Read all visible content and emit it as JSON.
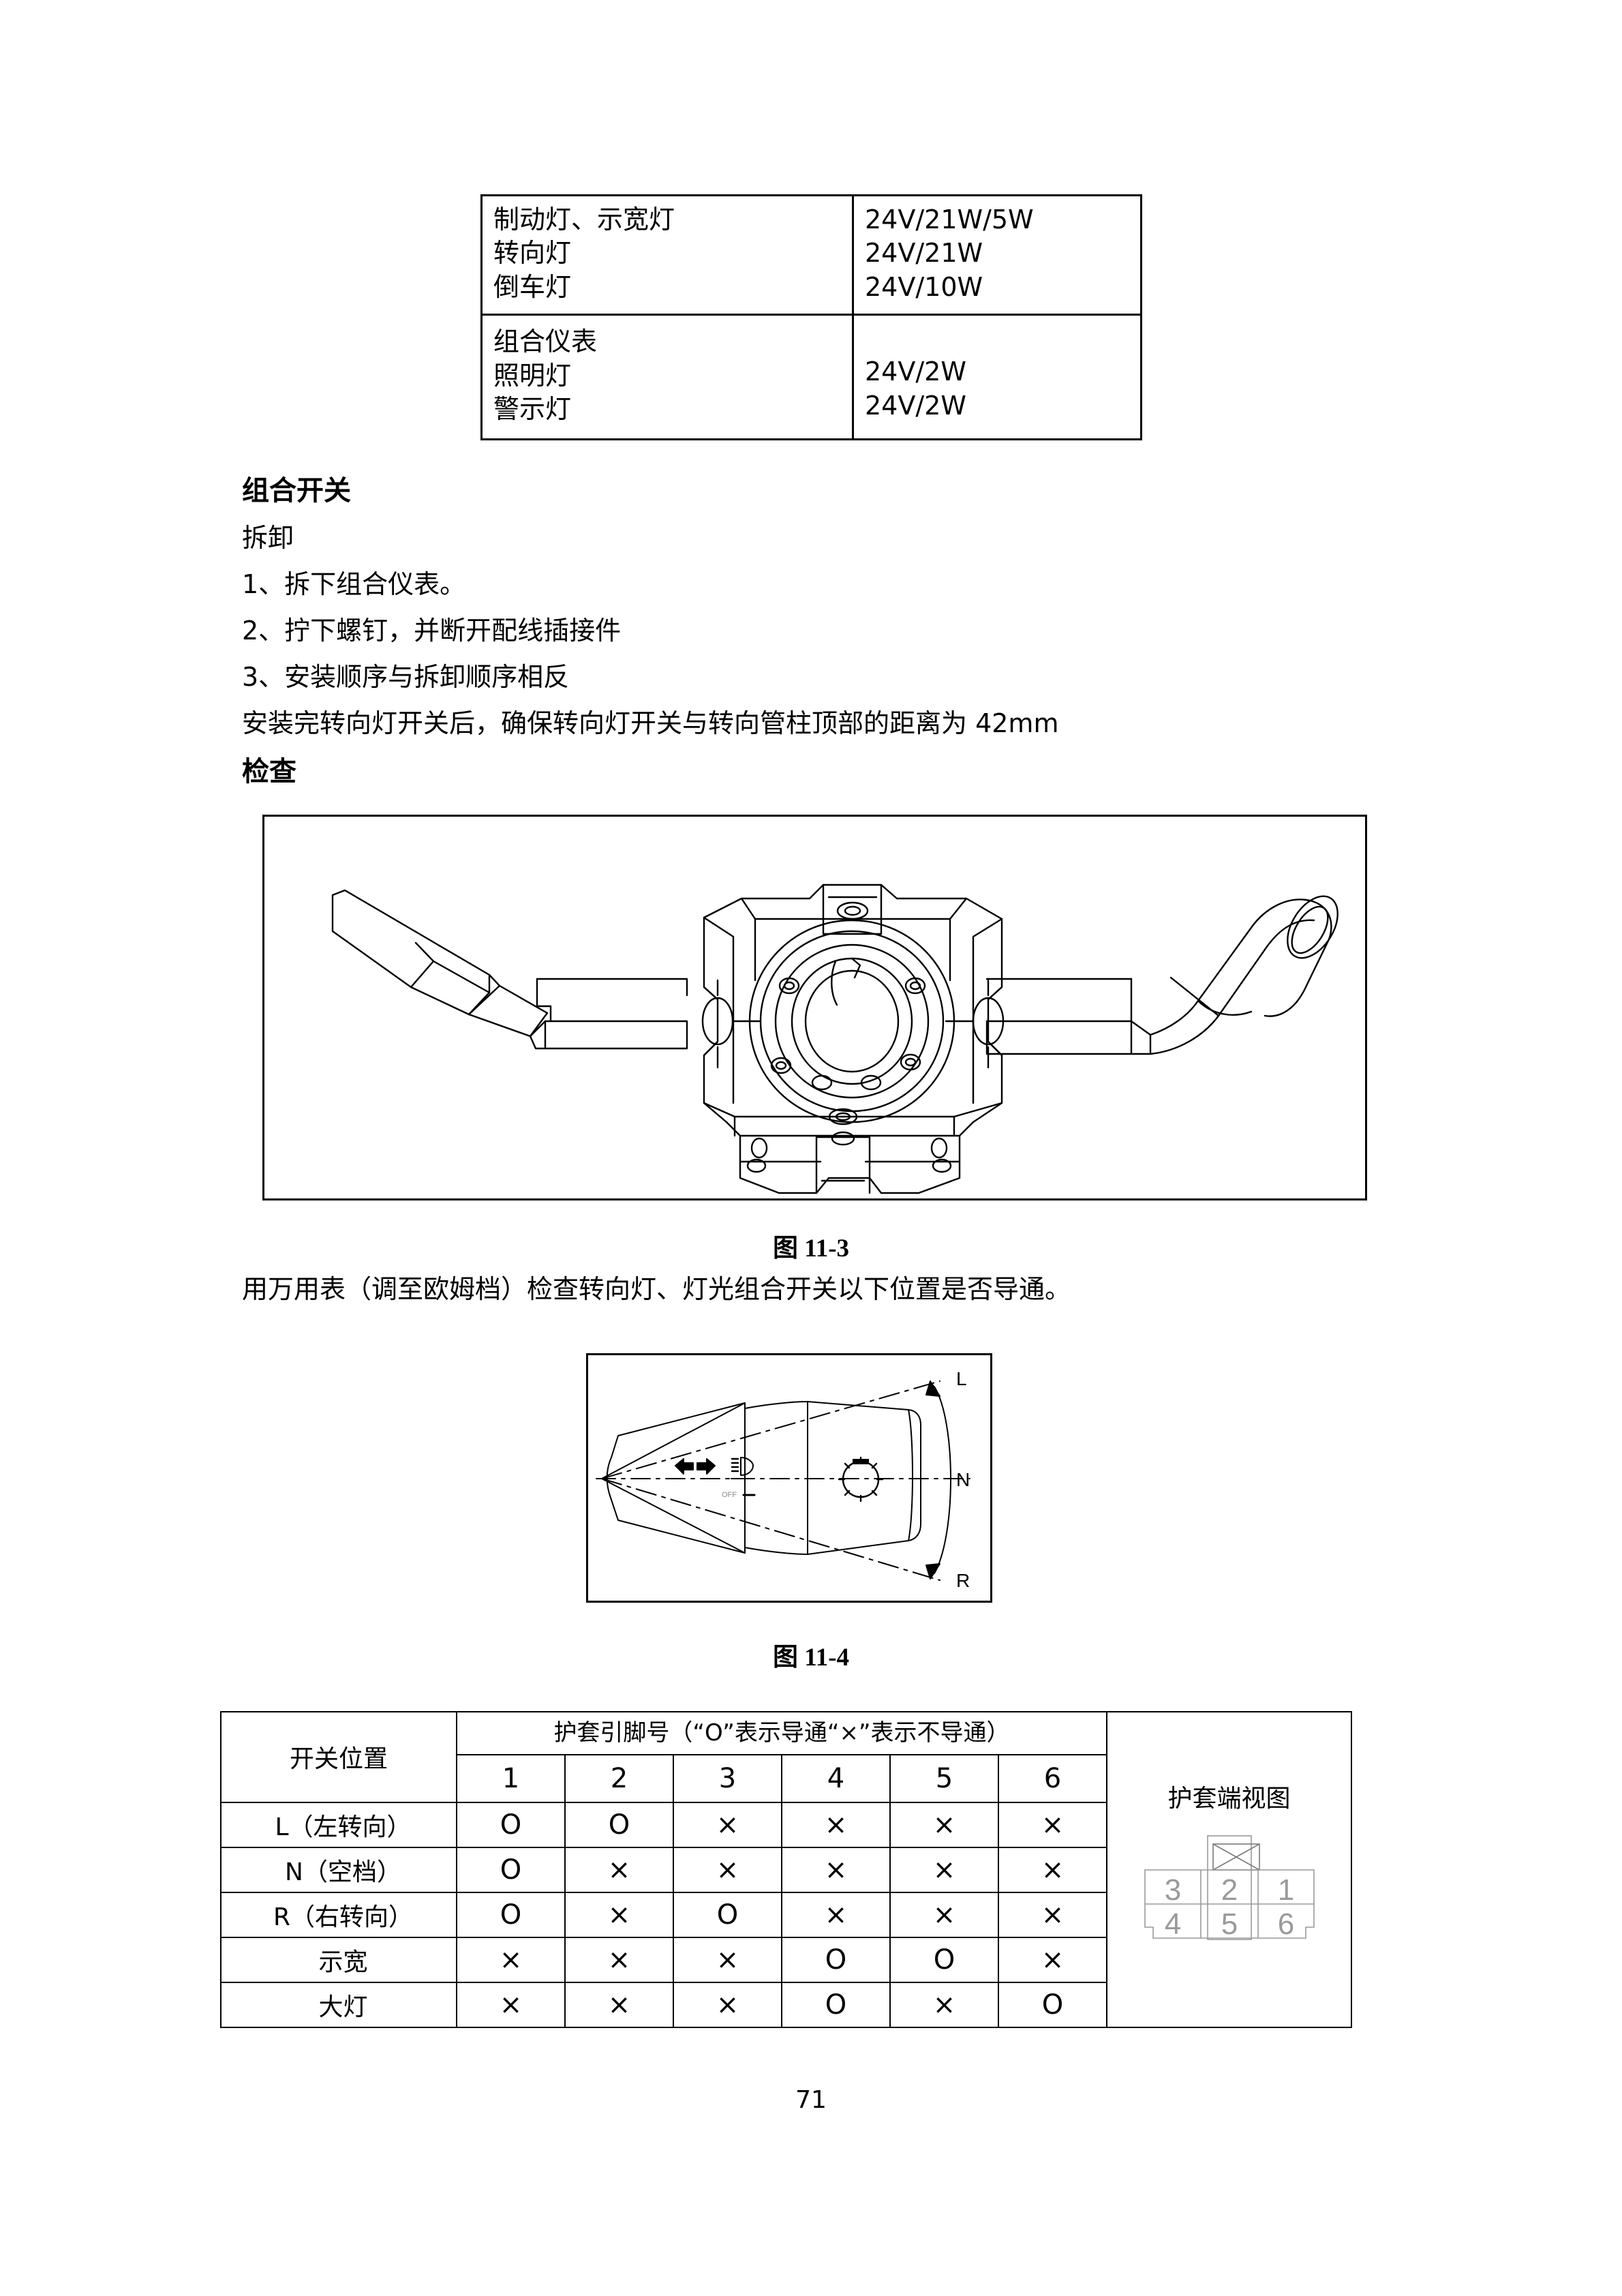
{
  "spec_table": {
    "rows": [
      {
        "name": "制动灯、示宽灯\n转向灯\n倒车灯",
        "value": "24V/21W/5W\n24V/21W\n24V/10W"
      },
      {
        "name": "组合仪表\n照明灯\n警示灯",
        "value": "24V/2W\n24V/2W"
      }
    ]
  },
  "section": {
    "heading": "组合开关",
    "subheading": "拆卸",
    "steps": [
      "1、拆下组合仪表。",
      "2、拧下螺钉，并断开配线插接件",
      "3、安装顺序与拆卸顺序相反"
    ],
    "note": "安装完转向灯开关后，确保转向灯开关与转向管柱顶部的距离为 42mm",
    "inspect_heading": "检查"
  },
  "figure_11_3": {
    "caption": "图 11-3",
    "alt": "combination-switch-assembly-line-drawing"
  },
  "instruction": "用万用表（调至欧姆档）检查转向灯、灯光组合开关以下位置是否导通。",
  "figure_11_4": {
    "caption": "图 11-4",
    "labels": {
      "left": "L",
      "neutral": "N",
      "right": "R",
      "off": "OFF"
    },
    "alt": "turn-signal-lever-position-diagram"
  },
  "continuity_table": {
    "header": {
      "switch_position": "开关位置",
      "pin_title": "护套引脚号（“O”表示导通“×”表示不导通）",
      "end_view": "护套端视图",
      "pin_numbers": [
        "1",
        "2",
        "3",
        "4",
        "5",
        "6"
      ]
    },
    "rows": [
      {
        "label": "L（左转向）",
        "marks": [
          "O",
          "O",
          "×",
          "×",
          "×",
          "×"
        ]
      },
      {
        "label": "N（空档）",
        "marks": [
          "O",
          "×",
          "×",
          "×",
          "×",
          "×"
        ]
      },
      {
        "label": "R（右转向）",
        "marks": [
          "O",
          "×",
          "O",
          "×",
          "×",
          "×"
        ]
      },
      {
        "label": "示宽",
        "marks": [
          "×",
          "×",
          "×",
          "O",
          "O",
          "×"
        ]
      },
      {
        "label": "大灯",
        "marks": [
          "×",
          "×",
          "×",
          "O",
          "×",
          "O"
        ]
      }
    ],
    "end_view_pins": {
      "top_row": [
        "3",
        "2",
        "1"
      ],
      "bottom_row": [
        "4",
        "5",
        "6"
      ]
    }
  },
  "page_number": "71"
}
